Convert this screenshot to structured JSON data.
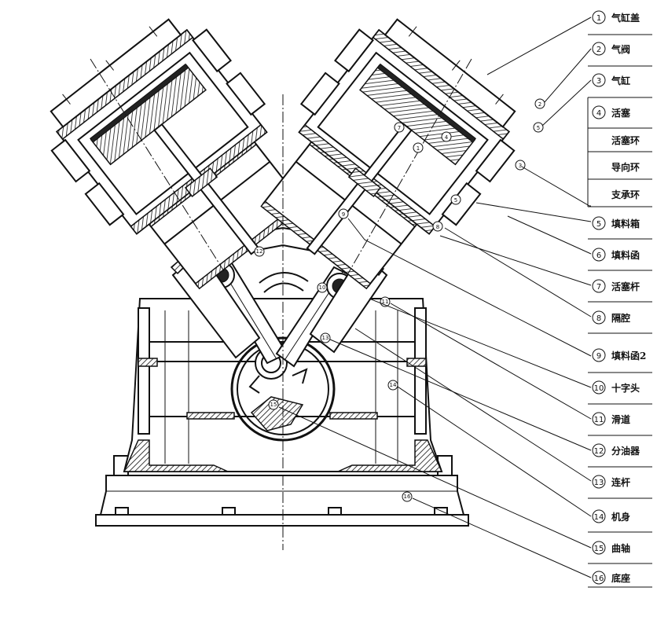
{
  "parts": [
    {
      "num": "1",
      "label": "气缸盖"
    },
    {
      "num": "2",
      "label": "气阀"
    },
    {
      "num": "3",
      "label": "气缸"
    },
    {
      "num": "4",
      "label": "活塞",
      "sub": [
        "活塞环",
        "导向环",
        "支承环"
      ]
    },
    {
      "num": "5",
      "label": "填料箱"
    },
    {
      "num": "6",
      "label": "填料函"
    },
    {
      "num": "7",
      "label": "活塞杆"
    },
    {
      "num": "8",
      "label": "隔腔"
    },
    {
      "num": "9",
      "label": "填料函2"
    },
    {
      "num": "10",
      "label": "十字头"
    },
    {
      "num": "11",
      "label": "滑道"
    },
    {
      "num": "12",
      "label": "分油器"
    },
    {
      "num": "13",
      "label": "连杆"
    },
    {
      "num": "14",
      "label": "机身"
    },
    {
      "num": "15",
      "label": "曲轴"
    },
    {
      "num": "16",
      "label": "底座"
    }
  ]
}
